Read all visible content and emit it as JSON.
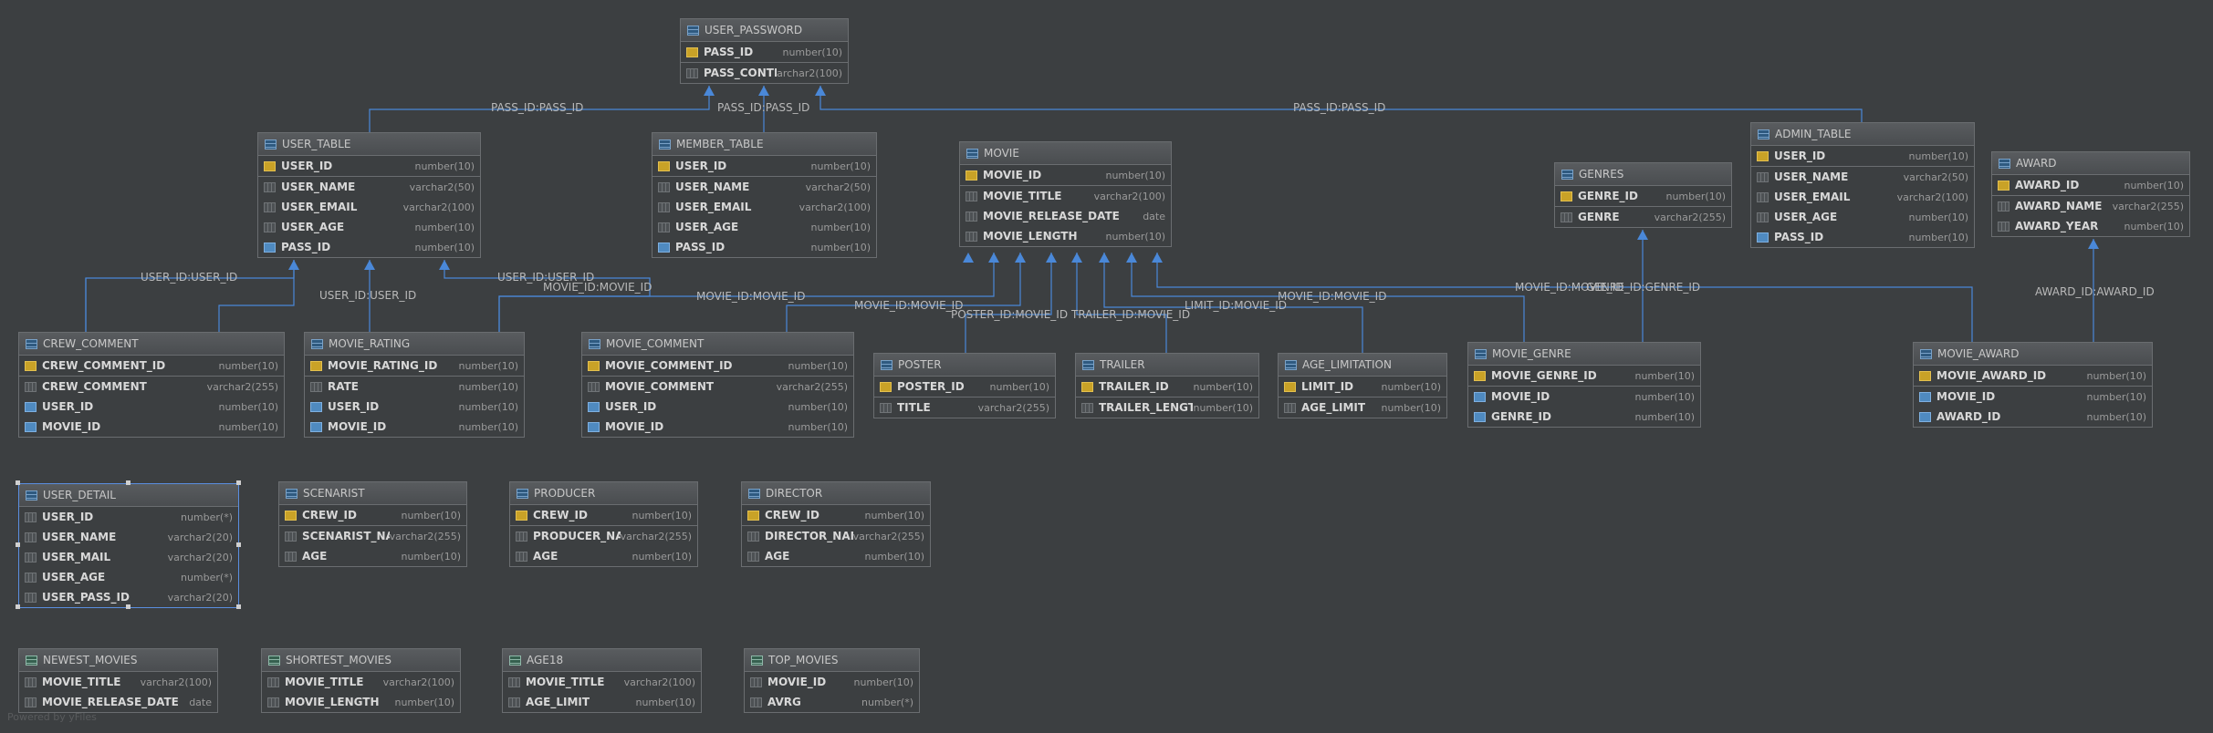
{
  "tables": [
    {
      "id": "user_password",
      "title": "USER_PASSWORD",
      "kind": "table",
      "columns": [
        {
          "name": "PASS_ID",
          "type": "number(10)",
          "key": "pk"
        },
        {
          "name": "PASS_CONTENT",
          "type": "archar2(100)",
          "key": ""
        }
      ]
    },
    {
      "id": "user_table",
      "title": "USER_TABLE",
      "kind": "table",
      "columns": [
        {
          "name": "USER_ID",
          "type": "number(10)",
          "key": "pk"
        },
        {
          "name": "USER_NAME",
          "type": "varchar2(50)",
          "key": ""
        },
        {
          "name": "USER_EMAIL",
          "type": "varchar2(100)",
          "key": ""
        },
        {
          "name": "USER_AGE",
          "type": "number(10)",
          "key": ""
        },
        {
          "name": "PASS_ID",
          "type": "number(10)",
          "key": "fk"
        }
      ]
    },
    {
      "id": "member_table",
      "title": "MEMBER_TABLE",
      "kind": "table",
      "columns": [
        {
          "name": "USER_ID",
          "type": "number(10)",
          "key": "pk"
        },
        {
          "name": "USER_NAME",
          "type": "varchar2(50)",
          "key": ""
        },
        {
          "name": "USER_EMAIL",
          "type": "varchar2(100)",
          "key": ""
        },
        {
          "name": "USER_AGE",
          "type": "number(10)",
          "key": ""
        },
        {
          "name": "PASS_ID",
          "type": "number(10)",
          "key": "fk"
        }
      ]
    },
    {
      "id": "movie",
      "title": "MOVIE",
      "kind": "table",
      "columns": [
        {
          "name": "MOVIE_ID",
          "type": "number(10)",
          "key": "pk"
        },
        {
          "name": "MOVIE_TITLE",
          "type": "varchar2(100)",
          "key": ""
        },
        {
          "name": "MOVIE_RELEASE_DATE",
          "type": "date",
          "key": ""
        },
        {
          "name": "MOVIE_LENGTH",
          "type": "number(10)",
          "key": ""
        }
      ]
    },
    {
      "id": "genres",
      "title": "GENRES",
      "kind": "table",
      "columns": [
        {
          "name": "GENRE_ID",
          "type": "number(10)",
          "key": "pk"
        },
        {
          "name": "GENRE",
          "type": "varchar2(255)",
          "key": ""
        }
      ]
    },
    {
      "id": "admin_table",
      "title": "ADMIN_TABLE",
      "kind": "table",
      "columns": [
        {
          "name": "USER_ID",
          "type": "number(10)",
          "key": "pk"
        },
        {
          "name": "USER_NAME",
          "type": "varchar2(50)",
          "key": ""
        },
        {
          "name": "USER_EMAIL",
          "type": "varchar2(100)",
          "key": ""
        },
        {
          "name": "USER_AGE",
          "type": "number(10)",
          "key": ""
        },
        {
          "name": "PASS_ID",
          "type": "number(10)",
          "key": "fk"
        }
      ]
    },
    {
      "id": "award",
      "title": "AWARD",
      "kind": "table",
      "columns": [
        {
          "name": "AWARD_ID",
          "type": "number(10)",
          "key": "pk"
        },
        {
          "name": "AWARD_NAME",
          "type": "varchar2(255)",
          "key": ""
        },
        {
          "name": "AWARD_YEAR",
          "type": "number(10)",
          "key": ""
        }
      ]
    },
    {
      "id": "crew_comment",
      "title": "CREW_COMMENT",
      "kind": "table",
      "columns": [
        {
          "name": "CREW_COMMENT_ID",
          "type": "number(10)",
          "key": "pk"
        },
        {
          "name": "CREW_COMMENT",
          "type": "varchar2(255)",
          "key": ""
        },
        {
          "name": "USER_ID",
          "type": "number(10)",
          "key": "fk"
        },
        {
          "name": "MOVIE_ID",
          "type": "number(10)",
          "key": "fk"
        }
      ]
    },
    {
      "id": "movie_rating",
      "title": "MOVIE_RATING",
      "kind": "table",
      "columns": [
        {
          "name": "MOVIE_RATING_ID",
          "type": "number(10)",
          "key": "pk"
        },
        {
          "name": "RATE",
          "type": "number(10)",
          "key": ""
        },
        {
          "name": "USER_ID",
          "type": "number(10)",
          "key": "fk"
        },
        {
          "name": "MOVIE_ID",
          "type": "number(10)",
          "key": "fk"
        }
      ]
    },
    {
      "id": "movie_comment",
      "title": "MOVIE_COMMENT",
      "kind": "table",
      "columns": [
        {
          "name": "MOVIE_COMMENT_ID",
          "type": "number(10)",
          "key": "pk"
        },
        {
          "name": "MOVIE_COMMENT",
          "type": "varchar2(255)",
          "key": ""
        },
        {
          "name": "USER_ID",
          "type": "number(10)",
          "key": "fk"
        },
        {
          "name": "MOVIE_ID",
          "type": "number(10)",
          "key": "fk"
        }
      ]
    },
    {
      "id": "poster",
      "title": "POSTER",
      "kind": "table",
      "columns": [
        {
          "name": "POSTER_ID",
          "type": "number(10)",
          "key": "pk"
        },
        {
          "name": "TITLE",
          "type": "varchar2(255)",
          "key": ""
        }
      ]
    },
    {
      "id": "trailer",
      "title": "TRAILER",
      "kind": "table",
      "columns": [
        {
          "name": "TRAILER_ID",
          "type": "number(10)",
          "key": "pk"
        },
        {
          "name": "TRAILER_LENGTH",
          "type": "number(10)",
          "key": ""
        }
      ]
    },
    {
      "id": "age_limitation",
      "title": "AGE_LIMITATION",
      "kind": "table",
      "columns": [
        {
          "name": "LIMIT_ID",
          "type": "number(10)",
          "key": "pk"
        },
        {
          "name": "AGE_LIMIT",
          "type": "number(10)",
          "key": ""
        }
      ]
    },
    {
      "id": "movie_genre",
      "title": "MOVIE_GENRE",
      "kind": "table",
      "columns": [
        {
          "name": "MOVIE_GENRE_ID",
          "type": "number(10)",
          "key": "pk"
        },
        {
          "name": "MOVIE_ID",
          "type": "number(10)",
          "key": "fk"
        },
        {
          "name": "GENRE_ID",
          "type": "number(10)",
          "key": "fk"
        }
      ]
    },
    {
      "id": "movie_award",
      "title": "MOVIE_AWARD",
      "kind": "table",
      "columns": [
        {
          "name": "MOVIE_AWARD_ID",
          "type": "number(10)",
          "key": "pk"
        },
        {
          "name": "MOVIE_ID",
          "type": "number(10)",
          "key": "fk"
        },
        {
          "name": "AWARD_ID",
          "type": "number(10)",
          "key": "fk"
        }
      ]
    },
    {
      "id": "user_detail",
      "title": "USER_DETAIL",
      "kind": "table",
      "selected": true,
      "columns": [
        {
          "name": "USER_ID",
          "type": "number(*)",
          "key": ""
        },
        {
          "name": "USER_NAME",
          "type": "varchar2(20)",
          "key": ""
        },
        {
          "name": "USER_MAIL",
          "type": "varchar2(20)",
          "key": ""
        },
        {
          "name": "USER_AGE",
          "type": "number(*)",
          "key": ""
        },
        {
          "name": "USER_PASS_ID",
          "type": "varchar2(20)",
          "key": ""
        }
      ]
    },
    {
      "id": "scenarist",
      "title": "SCENARIST",
      "kind": "table",
      "columns": [
        {
          "name": "CREW_ID",
          "type": "number(10)",
          "key": "pk"
        },
        {
          "name": "SCENARIST_NAME",
          "type": "varchar2(255)",
          "key": ""
        },
        {
          "name": "AGE",
          "type": "number(10)",
          "key": ""
        }
      ]
    },
    {
      "id": "producer",
      "title": "PRODUCER",
      "kind": "table",
      "columns": [
        {
          "name": "CREW_ID",
          "type": "number(10)",
          "key": "pk"
        },
        {
          "name": "PRODUCER_NAME",
          "type": "varchar2(255)",
          "key": ""
        },
        {
          "name": "AGE",
          "type": "number(10)",
          "key": ""
        }
      ]
    },
    {
      "id": "director",
      "title": "DIRECTOR",
      "kind": "table",
      "columns": [
        {
          "name": "CREW_ID",
          "type": "number(10)",
          "key": "pk"
        },
        {
          "name": "DIRECTOR_NAME",
          "type": "varchar2(255)",
          "key": ""
        },
        {
          "name": "AGE",
          "type": "number(10)",
          "key": ""
        }
      ]
    },
    {
      "id": "newest_movies",
      "title": "NEWEST_MOVIES",
      "kind": "view",
      "columns": [
        {
          "name": "MOVIE_TITLE",
          "type": "varchar2(100)",
          "key": ""
        },
        {
          "name": "MOVIE_RELEASE_DATE",
          "type": "date",
          "key": ""
        }
      ]
    },
    {
      "id": "shortest_movies",
      "title": "SHORTEST_MOVIES",
      "kind": "view",
      "columns": [
        {
          "name": "MOVIE_TITLE",
          "type": "varchar2(100)",
          "key": ""
        },
        {
          "name": "MOVIE_LENGTH",
          "type": "number(10)",
          "key": ""
        }
      ]
    },
    {
      "id": "age18",
      "title": "AGE18",
      "kind": "view",
      "columns": [
        {
          "name": "MOVIE_TITLE",
          "type": "varchar2(100)",
          "key": ""
        },
        {
          "name": "AGE_LIMIT",
          "type": "number(10)",
          "key": ""
        }
      ]
    },
    {
      "id": "top_movies",
      "title": "TOP_MOVIES",
      "kind": "view",
      "columns": [
        {
          "name": "MOVIE_ID",
          "type": "number(10)",
          "key": ""
        },
        {
          "name": "AVRG",
          "type": "number(*)",
          "key": ""
        }
      ]
    }
  ],
  "edge_labels": [
    "PASS_ID:PASS_ID",
    "PASS_ID:PASS_ID",
    "PASS_ID:PASS_ID",
    "USER_ID:USER_ID",
    "USER_ID:USER_ID",
    "USER_ID:USER_ID",
    "MOVIE_ID:MOVIE_ID",
    "MOVIE_ID:MOVIE_ID",
    "MOVIE_ID:MOVIE_ID",
    "POSTER_ID:MOVIE_ID",
    "TRAILER_ID:MOVIE_ID",
    "LIMIT_ID:MOVIE_ID",
    "MOVIE_ID:MOVIE_ID",
    "MOVIE_ID:MOVIE_ID",
    "GENRE_ID:GENRE_ID",
    "AWARD_ID:AWARD_ID"
  ],
  "footer": "Powered by yFiles",
  "colors": {
    "background": "#3c3f41",
    "edge": "#4a88d8",
    "primary_key": "#c9a227",
    "foreign_key": "#4f8ac0"
  }
}
